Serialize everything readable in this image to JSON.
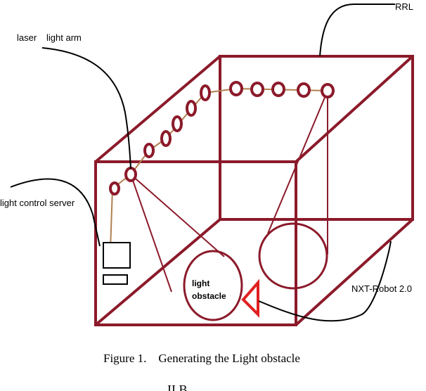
{
  "labels": {
    "laser": "laser",
    "light_arm": "light arm",
    "rrl": "RRL",
    "light_control_server": "light control server",
    "light_obstacle_line1": "light",
    "light_obstacle_line2": "obstacle",
    "nxt_robot": "NXT-Robot 2.0"
  },
  "caption": "Figure 1.    Generating the Light obstacle",
  "section_heading": "II B",
  "colors": {
    "frame": "#8b1a2a",
    "arm": "#b08050",
    "marker": "#e02020",
    "leader": "#000000"
  }
}
